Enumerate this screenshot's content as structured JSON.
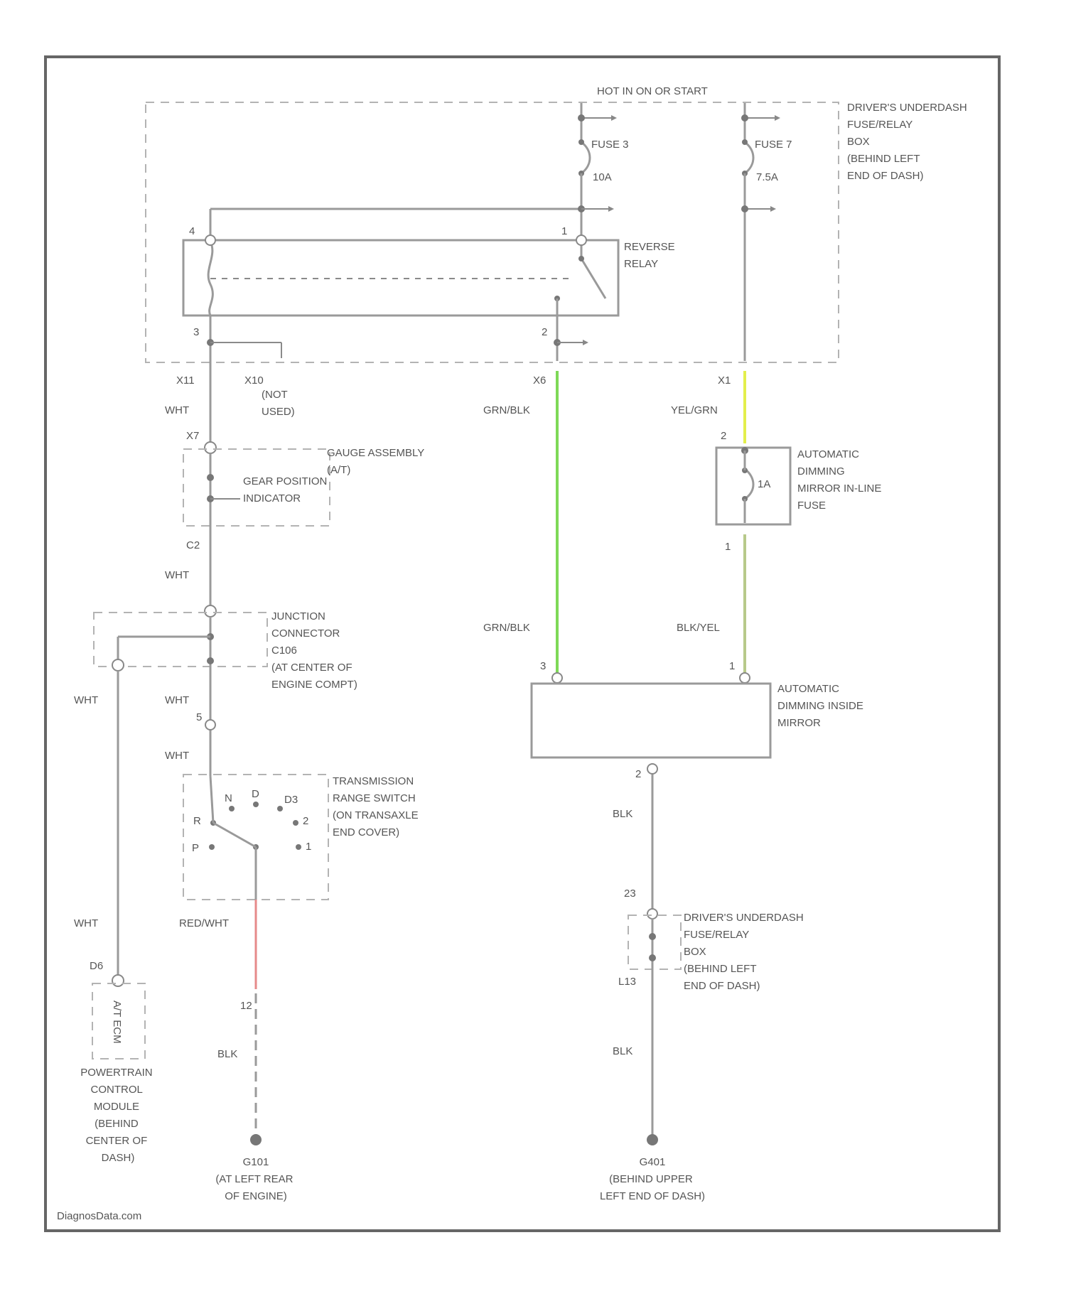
{
  "power": {
    "supply_label": "HOT IN ON OR START",
    "fuse_3_label": "FUSE 3",
    "fuse_3_amps": "10A",
    "fuse_7_label": "FUSE 7",
    "fuse_7_amps": "7.5A"
  },
  "fuse_box_top": {
    "lines": [
      "DRIVER'S UNDERDASH",
      "FUSE/RELAY",
      "BOX",
      "(BEHIND LEFT",
      "END OF DASH)"
    ]
  },
  "reverse_relay": {
    "lines": [
      "REVERSE",
      "RELAY"
    ],
    "pins": {
      "p4": "4",
      "p1": "1",
      "p3": "3",
      "p2": "2"
    }
  },
  "connectors": {
    "x11": "X11",
    "x10": "X10",
    "x6": "X6",
    "x1": "X1",
    "x7": "X7",
    "c2": "C2",
    "c5": "5",
    "c23": "23",
    "l13": "L13",
    "d6": "D6",
    "c12": "12",
    "mirror_fuse_top": "2",
    "mirror_fuse_bot": "1",
    "mirror_pin_3": "3",
    "mirror_pin_1": "1",
    "mirror_pin_2": "2"
  },
  "not_used": {
    "lines": [
      "(NOT",
      "USED)"
    ]
  },
  "wire_colors": {
    "wht": "WHT",
    "grn_blk": "GRN/BLK",
    "yel_grn": "YEL/GRN",
    "blk_yel": "BLK/YEL",
    "blk": "BLK",
    "red_wht": "RED/WHT"
  },
  "gauge": {
    "lines": [
      "GAUGE ASSEMBLY",
      "(A/T)"
    ],
    "indicator_lines": [
      "GEAR POSITION",
      "INDICATOR"
    ]
  },
  "junction": {
    "lines": [
      "JUNCTION",
      "CONNECTOR",
      "C106",
      "(AT CENTER OF",
      "ENGINE COMPT)"
    ]
  },
  "mirror_fuse": {
    "value": "1A",
    "lines": [
      "AUTOMATIC",
      "DIMMING",
      "MIRROR IN-LINE",
      "FUSE"
    ]
  },
  "mirror": {
    "lines": [
      "AUTOMATIC",
      "DIMMING INSIDE",
      "MIRROR"
    ]
  },
  "range_switch": {
    "lines": [
      "TRANSMISSION",
      "RANGE SWITCH",
      "(ON TRANSAXLE",
      "END COVER)"
    ],
    "positions": {
      "r": "R",
      "n": "N",
      "d": "D",
      "d3": "D3",
      "two": "2",
      "p": "P",
      "one": "1"
    }
  },
  "fuse_box_bottom": {
    "lines": [
      "DRIVER'S UNDERDASH",
      "FUSE/RELAY",
      "BOX",
      "(BEHIND LEFT",
      "END OF DASH)"
    ]
  },
  "pcm": {
    "inner": "A/T ECM",
    "lines": [
      "POWERTRAIN",
      "CONTROL",
      "MODULE",
      "(BEHIND",
      "CENTER OF",
      "DASH)"
    ]
  },
  "ground_left": {
    "id": "G101",
    "lines": [
      "(AT LEFT REAR",
      "OF ENGINE)"
    ]
  },
  "ground_right": {
    "id": "G401",
    "lines": [
      "(BEHIND UPPER",
      "LEFT END OF DASH)"
    ]
  },
  "colors": {
    "green_wire": "#7ed957",
    "yellow_wire": "#e3ef4c",
    "olive_wire": "#b7c98a",
    "red_wire": "#e68a8a",
    "line": "#9a9a9a"
  },
  "watermark": "DiagnosData.com"
}
